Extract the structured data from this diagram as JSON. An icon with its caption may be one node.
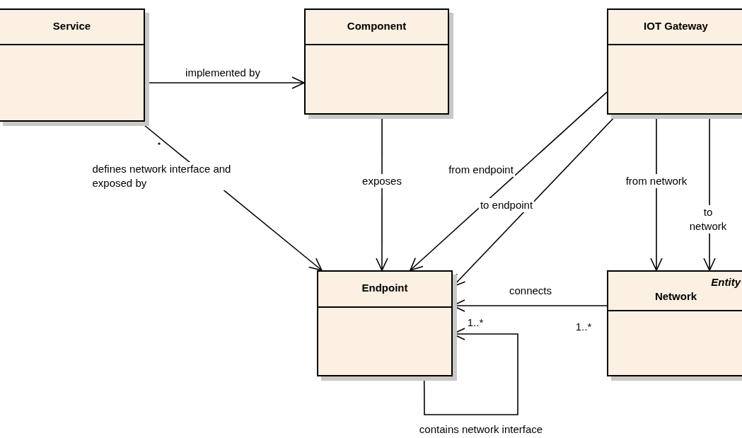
{
  "diagram": {
    "nodes": [
      {
        "text": [
          "Service"
        ]
      },
      {
        "text": [
          "Component"
        ]
      },
      {
        "text": [
          "IOT Gateway"
        ]
      },
      {
        "text": [
          "Endpoint"
        ]
      },
      {
        "text": [
          "Entity",
          "Network"
        ]
      }
    ],
    "edges": [
      {
        "from": 0,
        "to": 1,
        "arrow": "to",
        "label": "implemented by"
      },
      {
        "from": 0,
        "to": 3,
        "arrow": "to",
        "label": "defines network interface and exposed by"
      },
      {
        "from": 1,
        "to": 3,
        "arrow": "to",
        "label": "exposes"
      },
      {
        "from": 2,
        "to": 3,
        "arrow": "to",
        "label": "from endpoint"
      },
      {
        "from": 2,
        "to": 3,
        "arrow": "to",
        "label": "to endpoint"
      },
      {
        "from": 2,
        "to": 4,
        "arrow": "to",
        "label": "from network"
      },
      {
        "from": 2,
        "to": 4,
        "arrow": "to",
        "label": "to network"
      },
      {
        "from": 4,
        "to": 3,
        "arrow": "to",
        "label": "connects"
      },
      {
        "from": 3,
        "to": 3,
        "arrow": "to",
        "label": "contains network interface"
      }
    ],
    "labels": [
      "1..*",
      "1..*"
    ]
  }
}
